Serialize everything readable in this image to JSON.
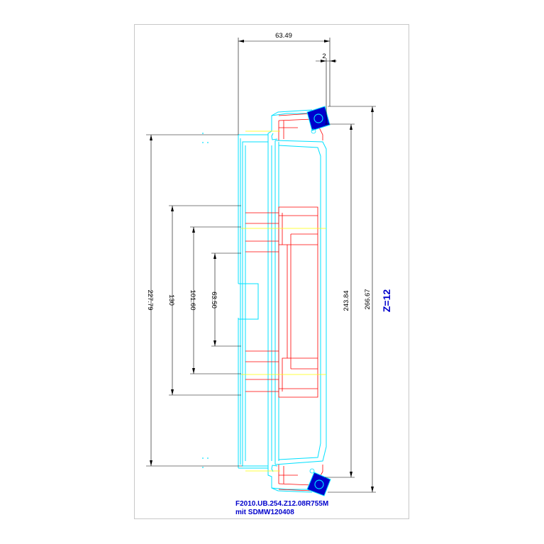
{
  "drawing": {
    "dimensions": {
      "top_width": "63.49",
      "insert_offset": "2",
      "d_227": "227.79",
      "d_130": "130",
      "d_101": "101.60",
      "d_63": "63.50",
      "d_243": "243.84",
      "d_266": "266.67"
    },
    "teeth_count": "Z=12",
    "title_line1": "F2010.UB.254.Z12.08R755M",
    "title_line2": "mit SDMW120408"
  },
  "colors": {
    "frame": "#c8c8c8",
    "body_outline": "#00e0ff",
    "section": "#ff0000",
    "centerline": "#ffff00",
    "insert": "#0000cc",
    "text_blue": "#0000cc"
  }
}
